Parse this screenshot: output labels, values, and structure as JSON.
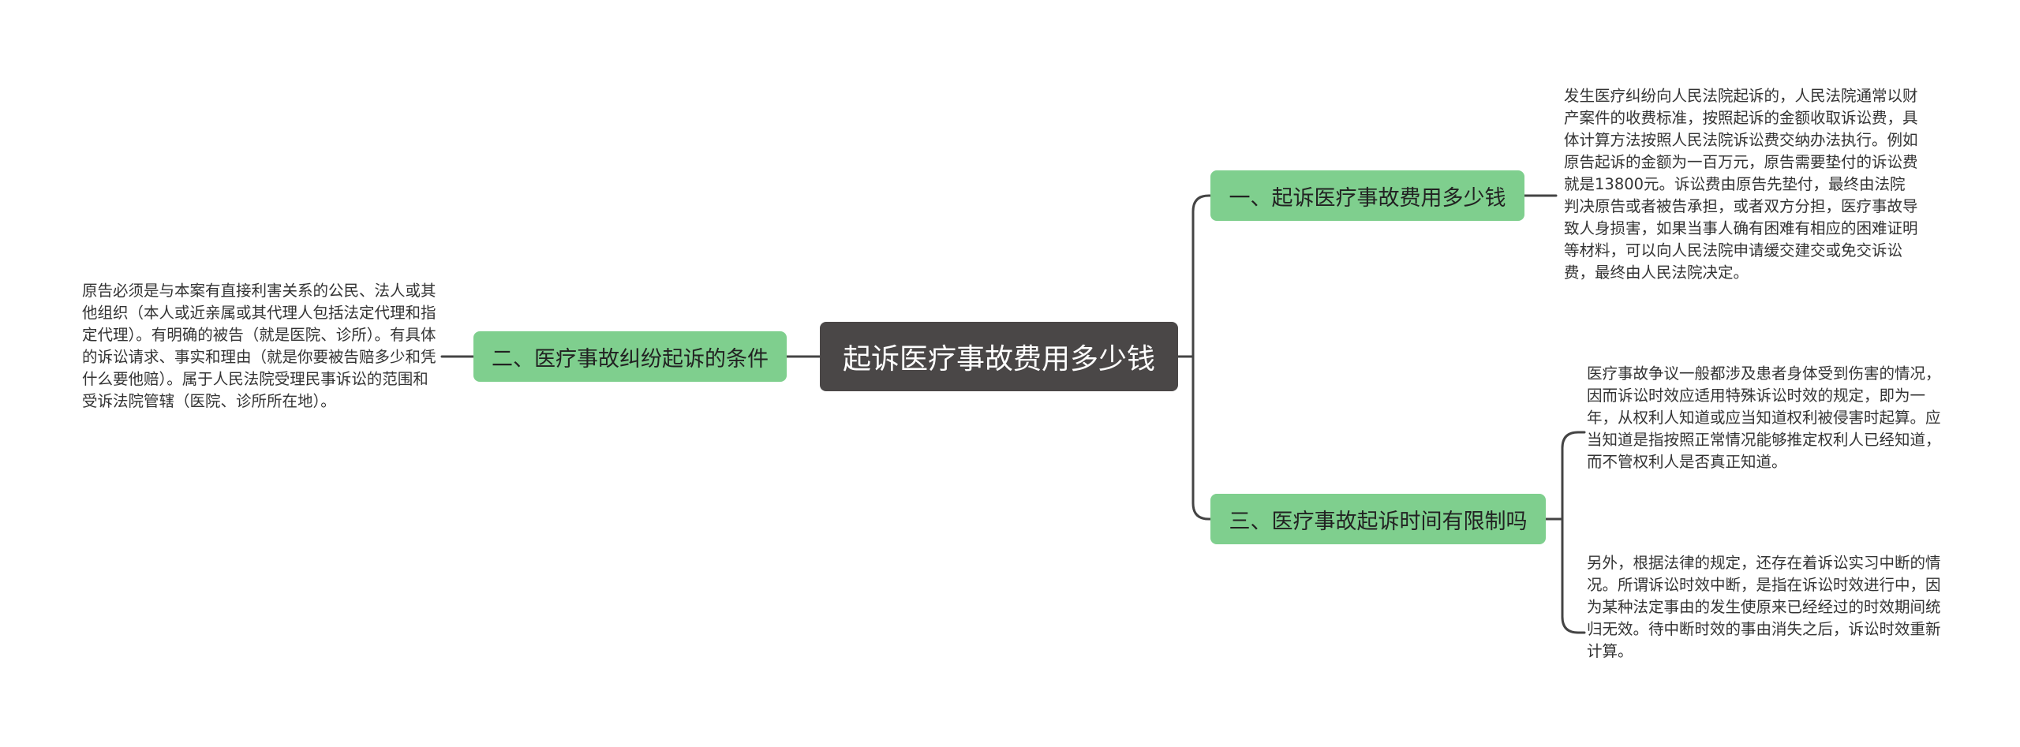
{
  "root": {
    "label": "起诉医疗事故费用多少钱"
  },
  "branches": [
    {
      "label": "一、起诉医疗事故费用多少钱",
      "details": [
        "发生医疗纠纷向人民法院起诉的，人民法院通常以财产案件的收费标准，按照起诉的金额收取诉讼费，具体计算方法按照人民法院诉讼费交纳办法执行。例如原告起诉的金额为一百万元，原告需要垫付的诉讼费就是13800元。诉讼费由原告先垫付，最终由法院判决原告或者被告承担，或者双方分担，医疗事故导致人身损害，如果当事人确有困难有相应的困难证明等材料，可以向人民法院申请缓交建交或免交诉讼费，最终由人民法院决定。"
      ]
    },
    {
      "label": "二、医疗事故纠纷起诉的条件",
      "details": [
        "原告必须是与本案有直接利害关系的公民、法人或其他组织（本人或近亲属或其代理人包括法定代理和指定代理）。有明确的被告（就是医院、诊所）。有具体的诉讼请求、事实和理由（就是你要被告赔多少和凭什么要他赔）。属于人民法院受理民事诉讼的范围和受诉法院管辖（医院、诊所所在地）。"
      ]
    },
    {
      "label": "三、医疗事故起诉时间有限制吗",
      "details": [
        "医疗事故争议一般都涉及患者身体受到伤害的情况，因而诉讼时效应适用特殊诉讼时效的规定，即为一年，从权利人知道或应当知道权利被侵害时起算。应当知道是指按照正常情况能够推定权利人已经知道，而不管权利人是否真正知道。",
        "另外，根据法律的规定，还存在着诉讼实习中断的情况。所谓诉讼时效中断，是指在诉讼时效进行中，因为某种法定事由的发生使原来已经经过的时效期间统归无效。待中断时效的事由消失之后，诉讼时效重新计算。"
      ]
    }
  ],
  "colors": {
    "root_fill": "#4a4747",
    "branch_fill": "#7fcf8e",
    "connector": "#444444"
  }
}
